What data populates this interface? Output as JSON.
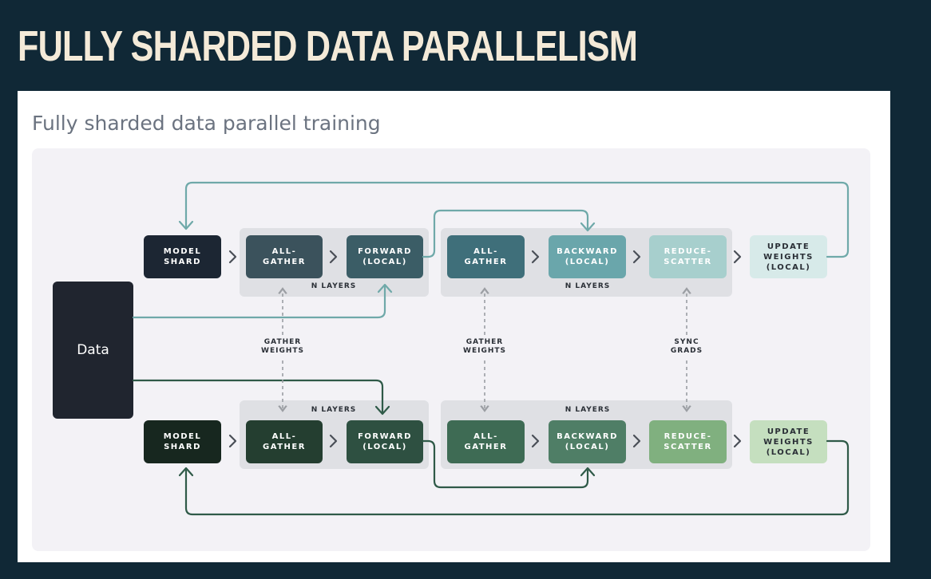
{
  "slide_title": "FULLY SHARDED DATA PARALLELISM",
  "figure_title": "Fully sharded data parallel training",
  "data_label": "Data",
  "colors": {
    "background": "#102836",
    "slide_title": "#f4ead8",
    "top_arrows": "#6fa9a9",
    "bottom_arrows": "#2f5a48"
  },
  "top_row": {
    "model_shard": "MODEL\nSHARD",
    "forward_group": {
      "all_gather": "ALL-\nGATHER",
      "forward": "FORWARD\n(LOCAL)",
      "n_layers": "N LAYERS"
    },
    "backward_group": {
      "all_gather": "ALL-\nGATHER",
      "backward": "BACKWARD\n(LOCAL)",
      "reduce_scatter": "REDUCE-\nSCATTER",
      "n_layers": "N LAYERS"
    },
    "update_weights": "UPDATE\nWEIGHTS\n(LOCAL)"
  },
  "bottom_row": {
    "model_shard": "MODEL\nSHARD",
    "forward_group": {
      "all_gather": "ALL-\nGATHER",
      "forward": "FORWARD\n(LOCAL)",
      "n_layers": "N LAYERS"
    },
    "backward_group": {
      "all_gather": "ALL-\nGATHER",
      "backward": "BACKWARD\n(LOCAL)",
      "reduce_scatter": "REDUCE-\nSCATTER",
      "n_layers": "N LAYERS"
    },
    "update_weights": "UPDATE\nWEIGHTS\n(LOCAL)"
  },
  "connections": {
    "gather_weights_1": "GATHER\nWEIGHTS",
    "gather_weights_2": "GATHER\nWEIGHTS",
    "sync_grads": "SYNC\nGRADS"
  },
  "chevron_icon": "chevron-right-icon"
}
